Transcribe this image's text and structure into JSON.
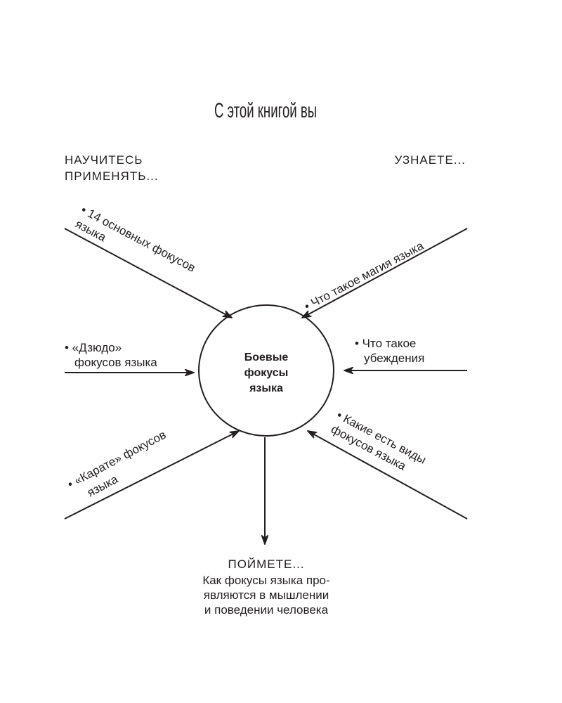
{
  "title": "С этой книгой вы",
  "headers": {
    "learn_to_apply_line1": "НАУЧИТЕСЬ",
    "learn_to_apply_line2": "ПРИМЕНЯТЬ...",
    "find_out": "УЗНАЕТЕ...",
    "understand": "ПОЙМЕТЕ..."
  },
  "center": {
    "line1": "Боевые",
    "line2": "фокусы",
    "line3": "языка"
  },
  "apply_items": [
    {
      "line1": "• 14 основных фокусов",
      "line2": "языка"
    },
    {
      "line1": "• «Дзюдо»",
      "line2": "фокусов языка"
    },
    {
      "line1": "• «Карате» фокусов",
      "line2": "языка"
    }
  ],
  "find_out_items": [
    {
      "line1": "• Что такое магия языка"
    },
    {
      "line1": "• Что такое",
      "line2": "убеждения"
    },
    {
      "line1": "• Какие есть виды",
      "line2": "фокусов языка"
    }
  ],
  "understand_text": {
    "line1": "Как фокусы языка про-",
    "line2": "являются в мышлении",
    "line3": "и поведении человека"
  }
}
